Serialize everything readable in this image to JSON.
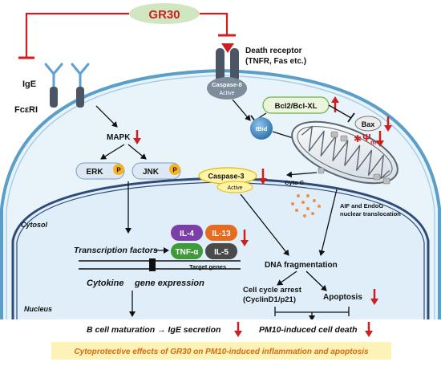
{
  "title_pill": "GR30",
  "death_receptor": {
    "line1": "Death receptor",
    "line2": "(TNFR, Fas etc.)",
    "caspase8": "Caspase-8",
    "active": "Active"
  },
  "ige": "IgE",
  "fceri": "FcεRI",
  "mapk": "MAPK",
  "erk": "ERK",
  "jnk": "JNK",
  "phospho": "P",
  "bcl2": "Bcl2/Bcl-XL",
  "bax": "Bax",
  "tbid": "tBid",
  "psi": "Ψ",
  "psi_sub": "m",
  "caspase3": "Caspase-3",
  "caspase3_active": "Active",
  "cytoc": "Cyto C",
  "aif_line1": "AIF and EndoG",
  "aif_line2": "nuclear translocation",
  "cytosol": "Cytosol",
  "nucleus": "Nucleus",
  "transcription_factors": "Transcription factors",
  "target_genes": "Target genes",
  "il4": "IL-4",
  "il13": "IL-13",
  "tnfa": "TNF-α",
  "il5": "IL-5",
  "cytokine_line1": "Cytokine",
  "cytokine_line2": "gene expression",
  "dna_frag": "DNA fragmentation",
  "cell_cycle_line1": "Cell cycle arrest",
  "cell_cycle_line2": "(CyclinD1/p21)",
  "apoptosis": "Apoptosis",
  "bcell_pre": "B cell maturation ",
  "bcell_arrow": "→",
  "bcell_post": " IgE secretion",
  "pm10_death": "PM10-induced cell death",
  "banner": "Cytoprotective effects of GR30 on PM10-induced inflammation and apoptosis",
  "colors": {
    "inhibit": "#cc1f1f",
    "gr30_pill": "#cfe6c0",
    "cell_fill": "#e9f3fa",
    "cell_border": "#5b9fc9",
    "nucleus_fill": "#dfeef8",
    "nucleus_border": "#2d4a7a",
    "receptor": "#4b5563",
    "caspase8": "#7d8d9b",
    "ige_blue": "#5e9fd6",
    "kinase_fill": "#dce8f3",
    "phospho": "#f4b327",
    "bcl2_fill": "#eaf5dc",
    "bcl2_border": "#6ab04c",
    "tbid": "#3a87c4",
    "caspase3_fill": "#fff4a8",
    "caspase3_border": "#e3b800",
    "cytoc_dots": "#ee8f4a",
    "il4": "#7b3fa8",
    "il13": "#e46b1f",
    "tnfa": "#3f9a3a",
    "il5": "#4a4a4a",
    "banner_fill": "#fdf2b8",
    "banner_text": "#d96a0a"
  },
  "icons": [
    "inhibition-bar-icon",
    "up-arrow-icon",
    "down-arrow-icon",
    "mitochondrion-icon",
    "receptor-icon",
    "antibody-icon"
  ]
}
